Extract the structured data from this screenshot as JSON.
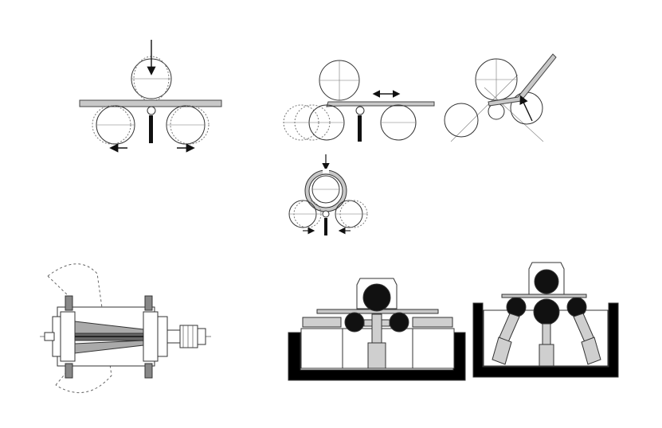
{
  "figure": {
    "panels": [
      {
        "id": "pinch-four-roll",
        "label": ""
      },
      {
        "id": "asymmetric-three-roll",
        "label": ""
      },
      {
        "id": "plate-end-prebending",
        "label": ""
      },
      {
        "id": "cylinder-rolling",
        "label": ""
      },
      {
        "id": "crowned-roll-assembly",
        "label": ""
      },
      {
        "id": "hydraulic-three-roll-machine",
        "label": ""
      },
      {
        "id": "hydraulic-four-roll-machine",
        "label": ""
      }
    ],
    "colors": {
      "stroke": "#222222",
      "thin": "#555555",
      "dotted": "#777777",
      "plate": "#c8c8c8",
      "roll_fill": "#111111",
      "block_fill": "#cfcfcf",
      "frame_fill": "#000000",
      "background": "#ffffff"
    }
  }
}
